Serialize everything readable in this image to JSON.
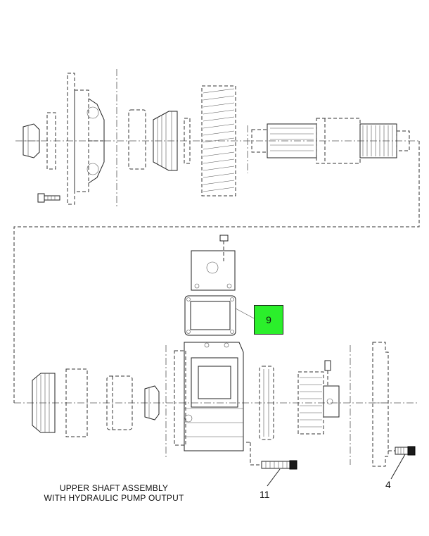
{
  "callouts": {
    "item_9": "9",
    "item_11": "11",
    "item_4": "4"
  },
  "caption": {
    "line1": "UPPER SHAFT ASSEMBLY",
    "line2": "WITH HYDRAULIC PUMP OUTPUT"
  },
  "colors": {
    "highlight": "#2bef2b",
    "line": "#222222",
    "background": "#ffffff"
  }
}
